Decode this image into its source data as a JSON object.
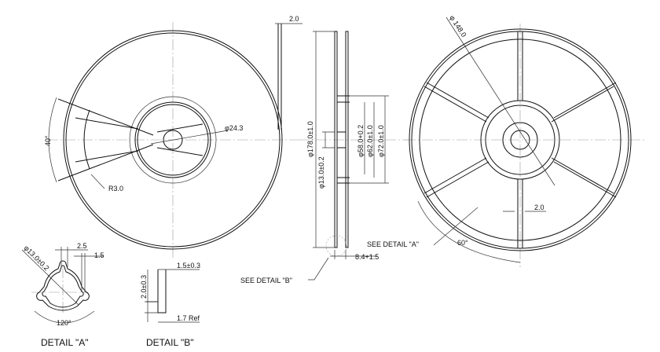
{
  "front_view": {
    "dia_hub": "φ24.3",
    "angle": "40°",
    "radius": "R3.0",
    "width": "2.0"
  },
  "side_view": {
    "dia_flange": "φ178.0±1.0",
    "dia_arbor": "φ13.0±0.2",
    "dia_hub_inner": "φ58.0+0.2",
    "dia_hub": "φ62.0±1.0",
    "dia_hub_outer": "φ72.0±1.0",
    "width": "8.4+1.5",
    "see_detail_b": "SEE DETAIL \"B\""
  },
  "back_view": {
    "dia": "φ 148.0",
    "spoke_width": "2.0",
    "angle": "60°",
    "see_detail_a": "SEE DETAIL \"A\""
  },
  "detail_a": {
    "caption": "DETAIL \"A\"",
    "dia": "φ13.0±0.2",
    "slot": "2.5",
    "depth": "1.5",
    "angle": "120°"
  },
  "detail_b": {
    "caption": "DETAIL \"B\"",
    "height": "2.0±0.3",
    "width": "1.5±0.3",
    "ref": "1.7 Ref"
  }
}
